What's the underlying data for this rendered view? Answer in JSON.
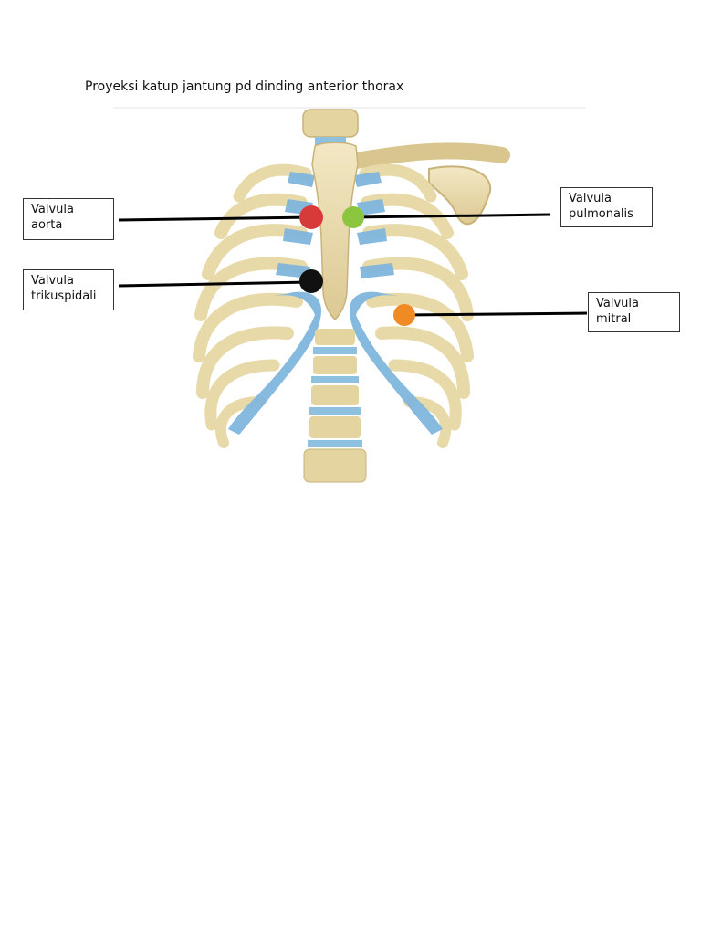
{
  "title": "Proyeksi katup jantung pd dinding anterior thorax",
  "labels": {
    "aorta": "Valvula\naorta",
    "pulmonalis": "Valvula\npulmonalis",
    "trikuspidali": "Valvula\ntrikuspidali",
    "mitral": "Valvula\nmitral"
  },
  "colors": {
    "aorta_marker": "#d83a3a",
    "pulmonalis_marker": "#8cc63f",
    "trikuspidali_marker": "#111111",
    "mitral_marker": "#f08a24",
    "bone": "#eadcae",
    "cartilage": "#7fb6dd"
  }
}
